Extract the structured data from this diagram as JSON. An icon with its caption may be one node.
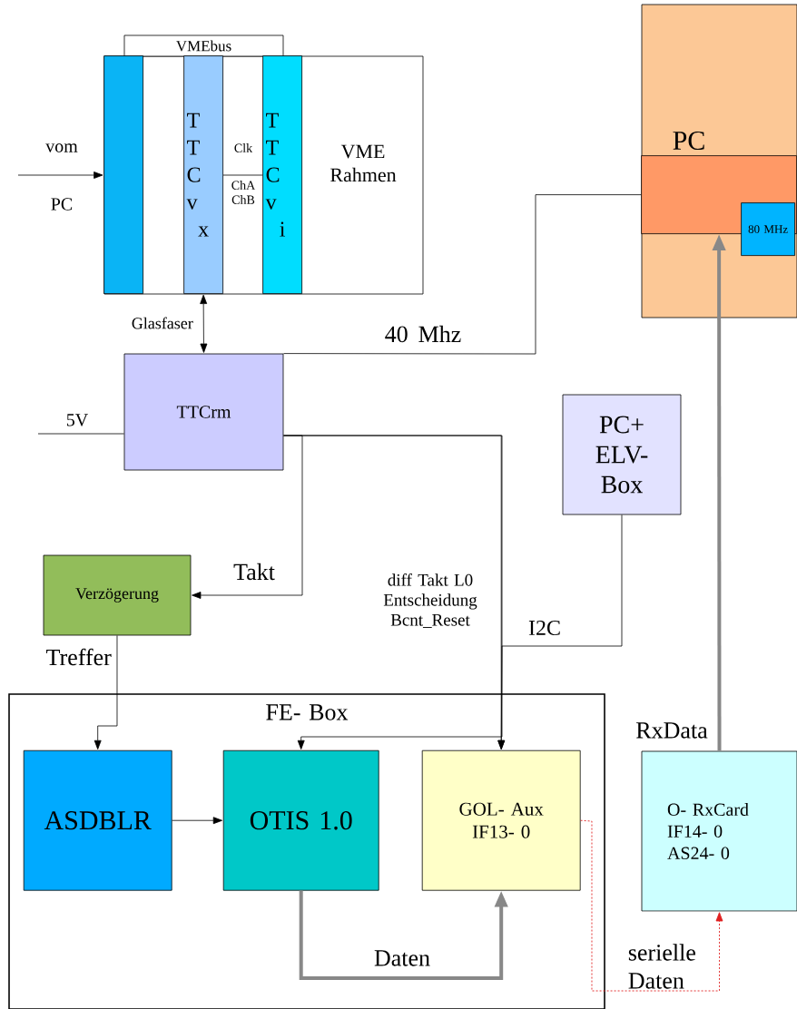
{
  "diagram": {
    "nodes": [
      {
        "text": [
          "VME Rahmen"
        ]
      },
      {
        "text": [
          "VMEbus"
        ]
      },
      {
        "text": [],
        "shape": "bar",
        "in": 0
      },
      {
        "text": [
          "TTCvx"
        ],
        "in": 0
      },
      {
        "text": [
          "TTCvi"
        ],
        "in": 0
      },
      {
        "text": [
          "TTCrm"
        ]
      },
      {
        "text": [
          "PC"
        ]
      },
      {
        "text": [],
        "shape": "bar",
        "in": 6
      },
      {
        "text": [
          "80 MHz"
        ],
        "in": 6
      },
      {
        "text": [
          "PC+ ELV- Box"
        ]
      },
      {
        "text": [
          "Verzögerung"
        ]
      },
      {
        "text": [
          "FE- Box"
        ]
      },
      {
        "text": [
          "ASDBLR"
        ],
        "in": 11
      },
      {
        "text": [
          "OTIS 1.0"
        ],
        "in": 11
      },
      {
        "text": [
          "GOL- Aux IF13- 0"
        ],
        "in": 11
      },
      {
        "text": [
          "O- RxCard IF14- 0 AS24- 0"
        ]
      }
    ],
    "edges": [
      {
        "from": null,
        "to": 2,
        "arrow": "to",
        "label": "vom"
      },
      {
        "from": 3,
        "to": 5,
        "arrow": "both",
        "label": "Glasfaser"
      },
      {
        "from": 3,
        "to": 4,
        "arrow": "none",
        "label": "Clk"
      },
      {
        "from": 5,
        "to": 7,
        "arrow": "none",
        "label": "40 Mhz"
      },
      {
        "from": 5,
        "to": 10,
        "arrow": "to",
        "label": "Takt"
      },
      {
        "from": 5,
        "to": 14,
        "arrow": "to",
        "label": "diff Takt L0 Entscheidung Bcnt_Reset"
      },
      {
        "from": 5,
        "to": 13,
        "arrow": "to"
      },
      {
        "from": 9,
        "to": 14,
        "arrow": "to",
        "label": "I2C"
      },
      {
        "from": 10,
        "to": 12,
        "arrow": "to",
        "label": "Treffer"
      },
      {
        "from": 12,
        "to": 13,
        "arrow": "to"
      },
      {
        "from": 13,
        "to": 14,
        "arrow": "to",
        "label": "Daten",
        "style": "thick",
        "color": "#888888"
      },
      {
        "from": 14,
        "to": 15,
        "arrow": "to",
        "label": "serielle Daten",
        "style": "dashed",
        "color": "#e02020"
      },
      {
        "from": 15,
        "to": 7,
        "arrow": "to",
        "label": "RxData",
        "style": "thick",
        "color": "#888888"
      },
      {
        "from": null,
        "to": 5,
        "arrow": "none",
        "label": "5V"
      }
    ],
    "labels": [
      "PC",
      "ChA ChB"
    ]
  }
}
